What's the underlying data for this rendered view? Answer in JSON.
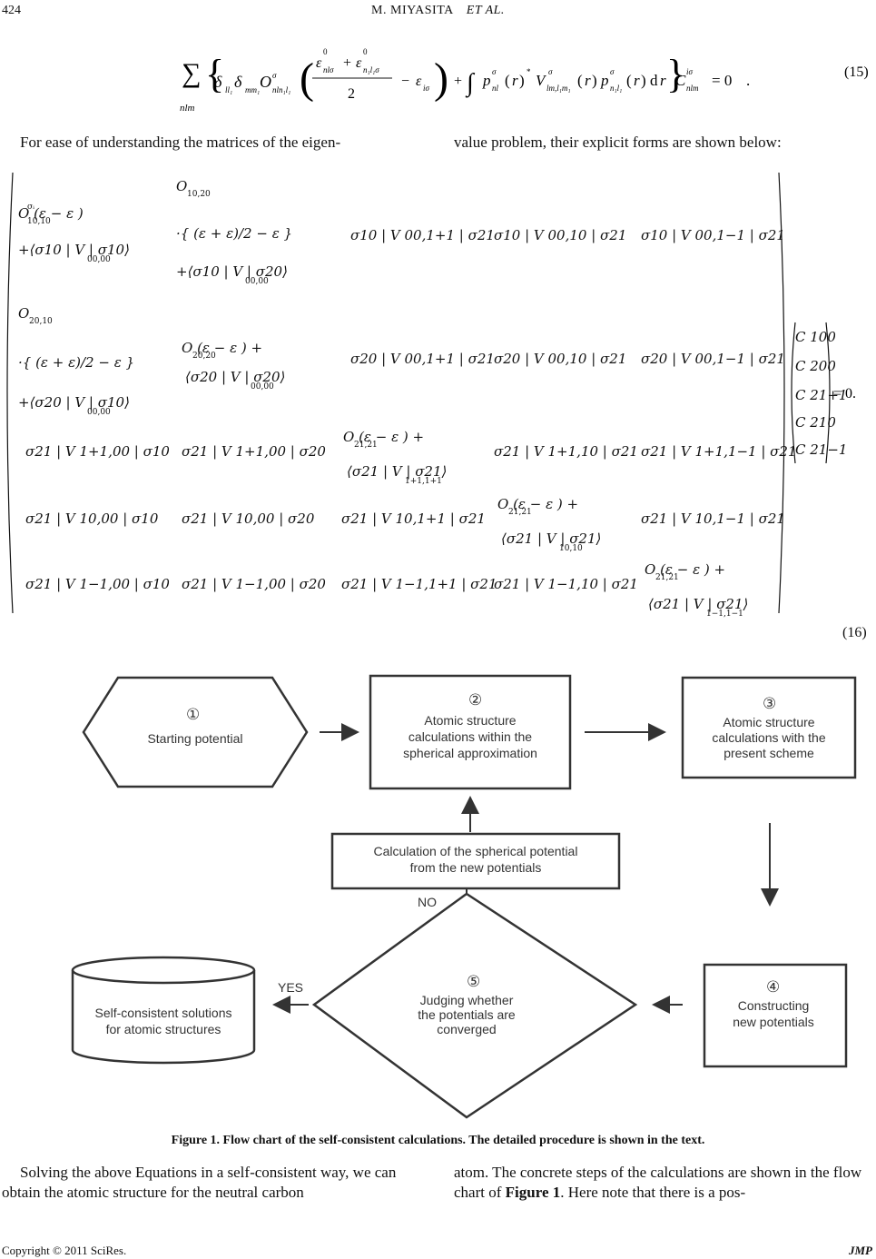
{
  "header": {
    "page_number": "424",
    "authors": "M. MIYASITA",
    "etal": "ET   AL."
  },
  "equation15": {
    "label": "(15)",
    "sum_sub": "nlm",
    "d": "d",
    "rhs": "= 0"
  },
  "intro_left": "For ease of understanding the matrices of the eigen-",
  "intro_right": "value problem, their explicit forms are shown below:",
  "equation16": {
    "label": "(16)",
    "rhs": "= 0.",
    "rows": [
      [
        "σ10 | V 00,1+1 | σ21",
        "σ10 | V 00,10 | σ21",
        "σ10 | V 00,1−1 | σ21"
      ],
      [
        "σ20 | V 00,1+1 | σ21",
        "σ20 | V 00,10 | σ21",
        "σ20 | V 00,1−1 | σ21"
      ],
      [
        "σ21 | V 1+1,00 | σ10",
        "σ21 | V 1+1,00 | σ20",
        "σ21 | V 1+1,10 | σ21",
        "σ21 | V 1+1,1−1 | σ21"
      ],
      [
        "σ21 | V 10,00 | σ10",
        "σ21 | V 10,00 | σ20",
        "σ21 | V 10,1+1 | σ21",
        "σ21 | V 10,1−1 | σ21"
      ],
      [
        "σ21 | V 1−1,00 | σ10",
        "σ21 | V 1−1,00 | σ20",
        "σ21 | V 1−1,1+1 | σ21",
        "σ21 | V 1−1,10 | σ21"
      ]
    ],
    "vector": [
      "C 100",
      "C 200",
      "C 21+1",
      "C 210",
      "C 21−1"
    ]
  },
  "flowchart": {
    "nodes": [
      {
        "num": "①",
        "lines": [
          "Starting potential"
        ]
      },
      {
        "num": "②",
        "lines": [
          "Atomic structure",
          "calculations within the",
          "spherical approximation"
        ]
      },
      {
        "num": "③",
        "lines": [
          "Atomic structure",
          "calculations with the",
          "present scheme"
        ]
      },
      {
        "num": "④",
        "lines": [
          "Constructing",
          "new potentials"
        ]
      },
      {
        "num": "⑤",
        "lines": [
          "Judging whether",
          "the potentials are",
          "converged"
        ]
      },
      {
        "num": "",
        "lines": [
          "Self-consistent solutions",
          "for atomic structures"
        ]
      },
      {
        "num": "",
        "lines": [
          "Calculation of the spherical potential",
          "from the new potentials"
        ]
      }
    ],
    "no_label": "NO",
    "yes_label": "YES"
  },
  "caption": "Figure 1. Flow chart of the self-consistent calculations. The detailed procedure is shown in the text.",
  "bottom_left": "Solving the above Equations in a self-consistent way, we can obtain the atomic structure for the neutral carbon",
  "bottom_right_pre": "atom. The concrete steps of the calculations are shown in the flow chart of ",
  "bottom_right_bold": "Figure 1",
  "bottom_right_post": ". Here note that there is a pos-",
  "footer": {
    "copyright": "Copyright © 2011 SciRes.",
    "journal": "JMP"
  }
}
